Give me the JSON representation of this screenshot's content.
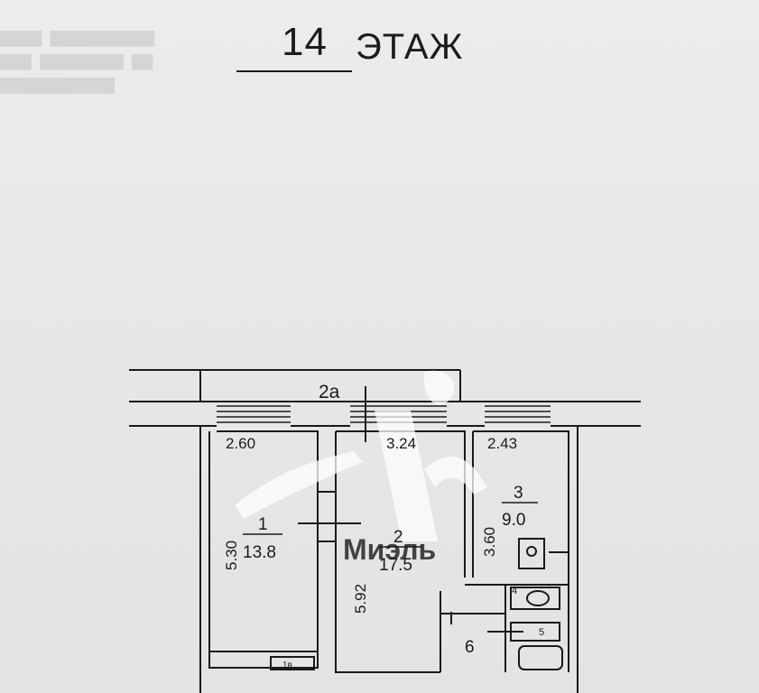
{
  "header": {
    "floor_number": "14",
    "floor_word": "ЭТАЖ"
  },
  "plan": {
    "balcony_label": "2а",
    "rooms": [
      {
        "number": "1",
        "area": "13.8",
        "width": "2.60",
        "length": "5.30"
      },
      {
        "number": "2",
        "area": "17.5",
        "width": "3.24",
        "length": "5.92"
      },
      {
        "number": "3",
        "area": "9.0",
        "width": "2.43",
        "length": "3.60"
      }
    ],
    "small_rooms": [
      "4",
      "5",
      "6",
      "1в"
    ],
    "watermark": "Миэль"
  },
  "colors": {
    "ink": "#1a1a1a",
    "paper": "#e9e9e7",
    "watermark": "#ffffff"
  }
}
